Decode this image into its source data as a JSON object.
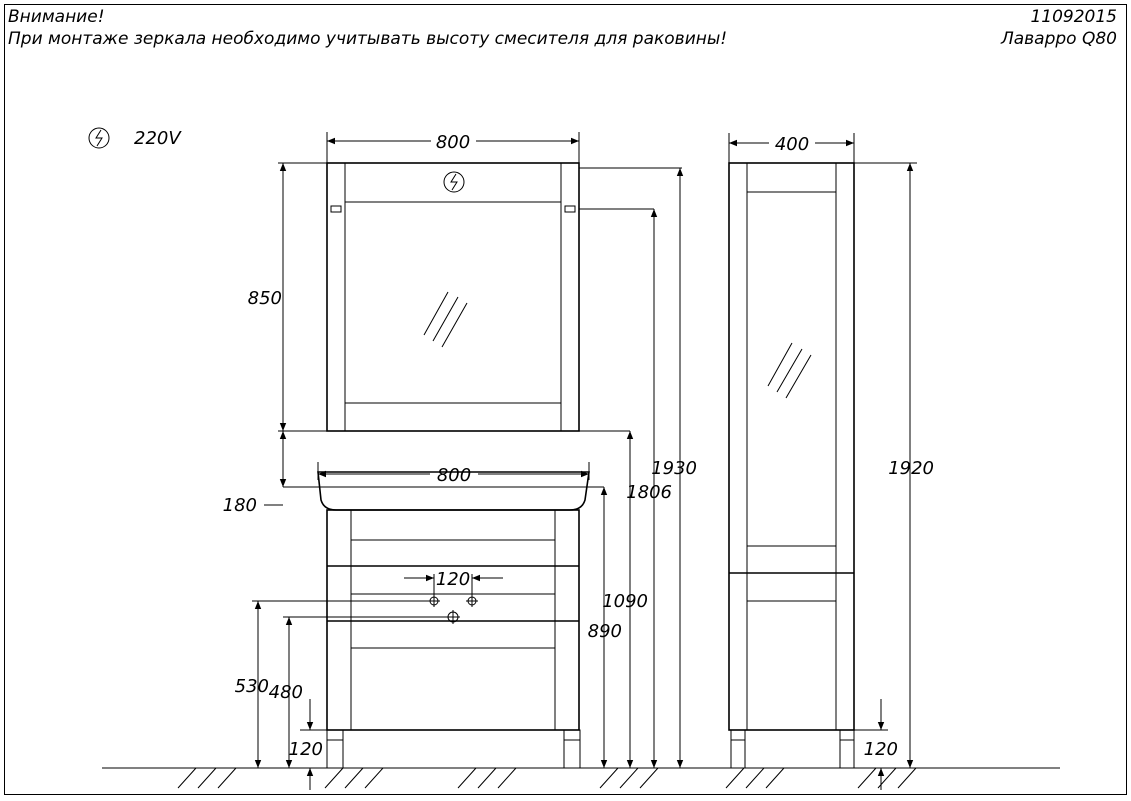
{
  "notes": {
    "line1": "Внимание!",
    "line2": "При монтаже зеркала необходимо учитывать высоту смесителя для раковины!"
  },
  "product": {
    "code": "11092015",
    "name": "Лаварро  Q80"
  },
  "power": {
    "icon": "lightning-circle-icon",
    "label": "220V"
  },
  "dimensions": {
    "mirror_width": "800",
    "mirror_height": "850",
    "gap": "180",
    "basin_width": "800",
    "tap_spacing": "120",
    "height_1930": "1930",
    "height_1806": "1806",
    "height_1090": "1090",
    "height_890": "890",
    "height_530": "530",
    "height_480": "480",
    "leg_left": "120",
    "column_width": "400",
    "column_height": "1920",
    "leg_right": "120"
  }
}
